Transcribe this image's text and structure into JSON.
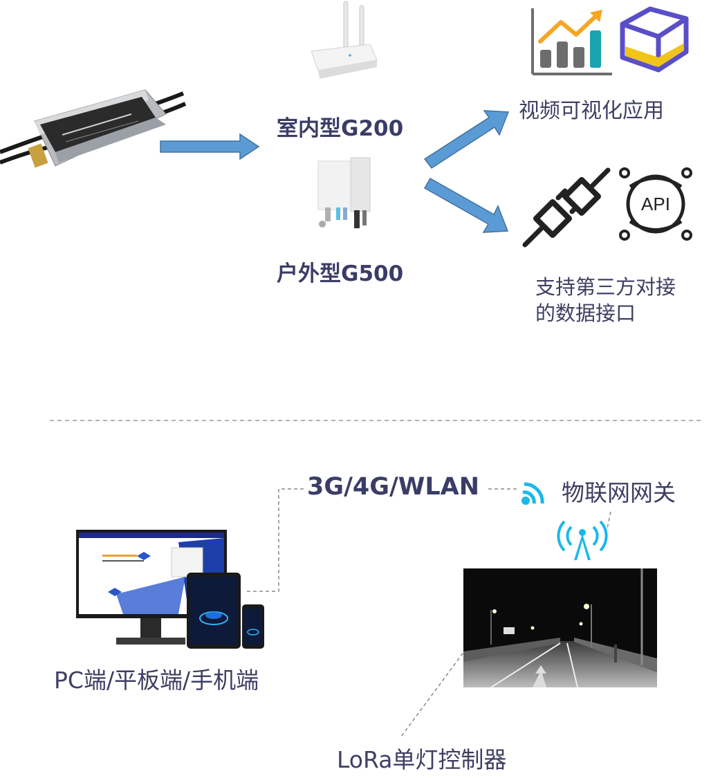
{
  "devices": {
    "g200_label": "室内型G200",
    "g500_label": "户外型G500"
  },
  "outputs": {
    "video_label": "视频可视化应用",
    "api_text": "API",
    "interface_line1": "支持第三方对接",
    "interface_line2": "的数据接口"
  },
  "network": {
    "link_label": "3G/4G/WLAN",
    "gateway_label": "物联网网关",
    "clients_label": "PC端/平板端/手机端",
    "controller_label": "LoRa单灯控制器"
  },
  "colors": {
    "arrow_fill": "#5b9bd5",
    "arrow_stroke": "#41719c",
    "text_primary": "#3a3d66",
    "wifi_cyan": "#1ab8e8",
    "chart_orange": "#f5a623",
    "chart_gray": "#6d6d6d",
    "chart_teal": "#1aa3b0",
    "box_purple": "#5a4fc7",
    "box_yellow": "#f0c419"
  }
}
